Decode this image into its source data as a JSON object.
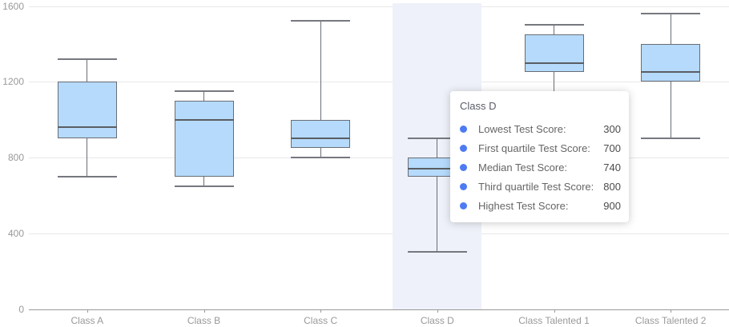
{
  "chart_data": {
    "type": "boxplot",
    "title": "",
    "xlabel": "",
    "ylabel": "",
    "categories": [
      "Class A",
      "Class B",
      "Class C",
      "Class D",
      "Class Talented 1",
      "Class Talented 2"
    ],
    "series": [
      {
        "name": "Test Score",
        "boxes": [
          {
            "category": "Class A",
            "low": 700,
            "q1": 900,
            "median": 960,
            "q3": 1200,
            "high": 1320
          },
          {
            "category": "Class B",
            "low": 650,
            "q1": 700,
            "median": 1000,
            "q3": 1100,
            "high": 1150
          },
          {
            "category": "Class C",
            "low": 800,
            "q1": 850,
            "median": 900,
            "q3": 1000,
            "high": 1520
          },
          {
            "category": "Class D",
            "low": 300,
            "q1": 700,
            "median": 740,
            "q3": 800,
            "high": 900
          },
          {
            "category": "Class Talented 1",
            "low": 1100,
            "q1": 1250,
            "median": 1300,
            "q3": 1450,
            "high": 1500
          },
          {
            "category": "Class Talented 2",
            "low": 900,
            "q1": 1200,
            "median": 1250,
            "q3": 1400,
            "high": 1560
          }
        ]
      }
    ],
    "ylim": [
      0,
      1600
    ],
    "yticks": [
      0,
      400,
      800,
      1200,
      1600
    ],
    "grid": true,
    "legend_visible": false,
    "highlighted_category": "Class D",
    "colors": {
      "box_fill": "#b5dafb",
      "box_border": "#696d75",
      "median_line": "#5a5d63",
      "whisker": "#696d75",
      "grid_line": "#e8e8e8",
      "axis_line": "#999999",
      "axis_label": "#999999",
      "highlight_band": "#eef1f9",
      "tooltip_marker": "#4d7bf3"
    }
  },
  "tooltip": {
    "title": "Class D",
    "rows": [
      {
        "label": "Lowest Test Score:",
        "value": "300"
      },
      {
        "label": "First quartile Test Score:",
        "value": "700"
      },
      {
        "label": "Median Test Score:",
        "value": "740"
      },
      {
        "label": "Third quartile Test Score:",
        "value": "800"
      },
      {
        "label": "Highest Test Score:",
        "value": "900"
      }
    ]
  }
}
